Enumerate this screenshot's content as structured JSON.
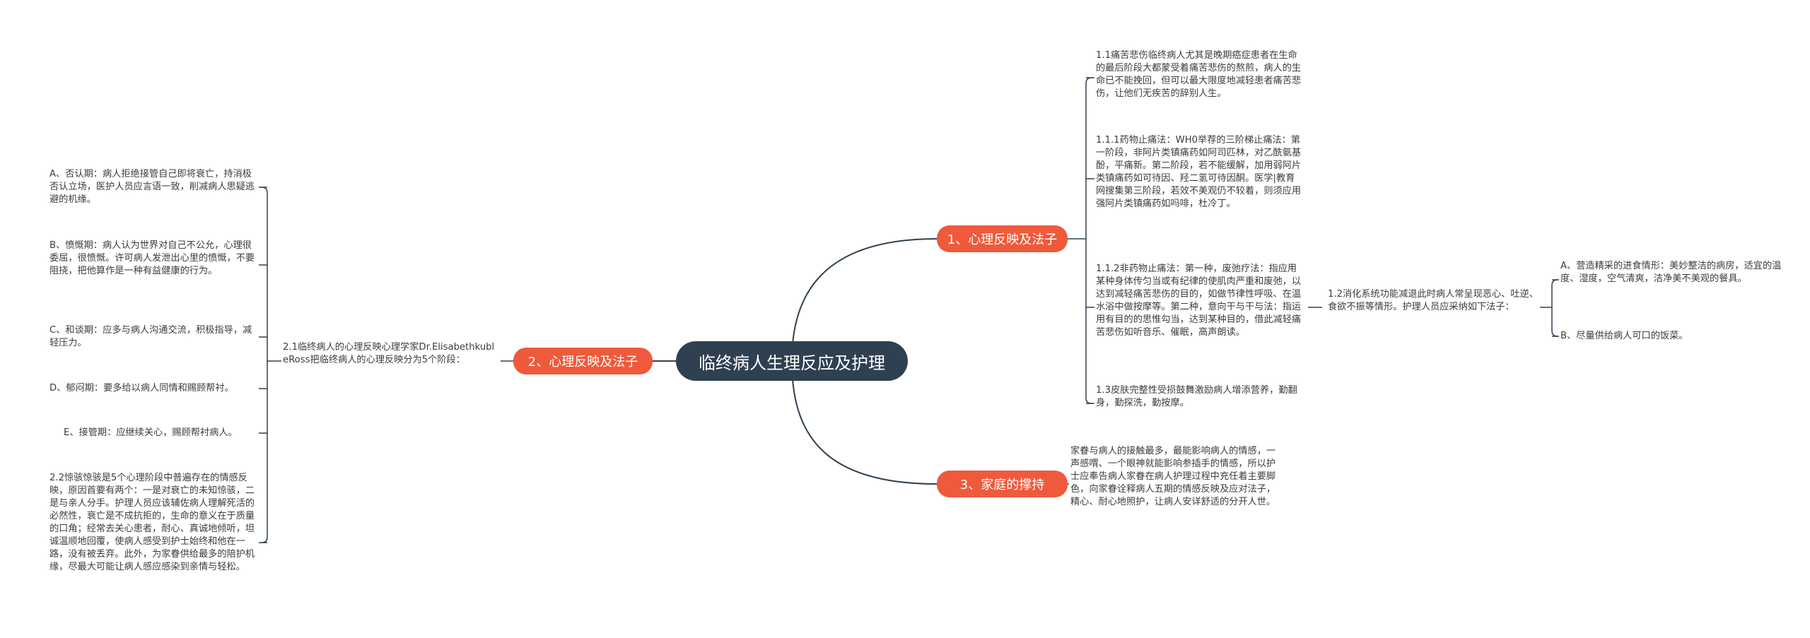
{
  "central": "临终病人生理反应及护理",
  "branches": {
    "b1": "1、心理反映及法子",
    "b2": "2、心理反映及法子",
    "b3": "3、家庭的撑持"
  },
  "right": {
    "r1": "1.1痛苦悲伤临终病人尤其是晚期癌症患者在生命的最后阶段大都蒙受着痛苦悲伤的熬煎，病人的生命已不能挽回，但可以最大限度地减轻患者痛苦悲伤，让他们无疾苦的辞别人生。",
    "r2": "1.1.1药物止痛法：WH0举荐的三阶梯止痛法：第一阶段，非阿片类镇痛药如阿司匹林，对乙酰氨基酚，平痛新。第二阶段，若不能缓解，加用弱阿片类镇痛药如可待因、羟二氢可待因酮。医学|教育网搜集第三阶段，若效不美观仍不较着，则须应用强阿片类镇痛药如吗啡，杜冷丁。",
    "r3": "1.1.2非药物止痛法：第一种，废弛疗法：指应用某种身体传匀当或有纪律的使肌肉严重和废弛，以达到减轻痛苦悲伤的目的，如做节律性呼吸、在温水浴中做按摩等。第二种，意向干与干与法：指运用有目的的思惟勾当，达到某种目的，借此减轻痛苦悲伤如听音乐、催眠，高声朗读。",
    "r4": "1.2消化系统功能减退此时病人常呈现恶心、吐逆、食欲不振等情形。护理人员应采纳如下法子：",
    "r4a": "A、营造精采的进食情形：美妙整洁的病房，适宜的温度、湿度，空气清爽，洁净美不美观的餐具。",
    "r4b": "B、尽量供给病人可口的饭菜。",
    "r5": "1.3皮肤完整性受损鼓舞激励病人增添营养，勤翻身，勤探洗，勤按摩。",
    "r6": "家眷与病人的接触最多，最能影响病人的情感，一声感喟、一个眼神就能影响参插手的情感，所以护士应奉告病人家眷在病人护理过程中充任着主要脚色，向家眷诠释病人五期的情感反映及应对法子，精心、耐心地照护，让病人安详舒适的分开人世。"
  },
  "left": {
    "l_mid": "2.1临终病人的心理反映心理学家Dr.ElisabethkubleRoss把临终病人的心理反映分为5个阶段：",
    "la": "A、否认期：病人拒绝接管自己即将衰亡，持消极否认立场，医护人员应言语一致，削减病人思疑逃避的机缘。",
    "lb": "B、愤慨期：病人认为世界对自己不公允，心理很委屈，很愤慨。许可病人发泄出心里的愤慨，不要阻挠，把他算作是一种有益健康的行为。",
    "lc": "C、和谈期：应多与病人沟通交流，积极指导，减轻压力。",
    "ld": "D、郁闷期：要多给以病人同情和赐顾帮衬。",
    "le": "E、接管期：应继续关心，赐顾帮衬病人。",
    "l2": "2.2惊骇惊骇是5个心理阶段中普遍存在的情感反映，原因首要有两个：一是对衰亡的未知惊骇，二是与亲人分手。护理人员应该辅佐病人理解死活的必然性，衰亡是不成抗拒的，生命的意义在于质量的口角；经常去关心患者，耐心、真诚地倾听，坦诚温顺地回覆，使病人感受到护士始终和他在一路，没有被丢弃。此外，为家眷供给最多的陪护机缘，尽最大可能让病人感应感染到亲情与轻松。"
  }
}
